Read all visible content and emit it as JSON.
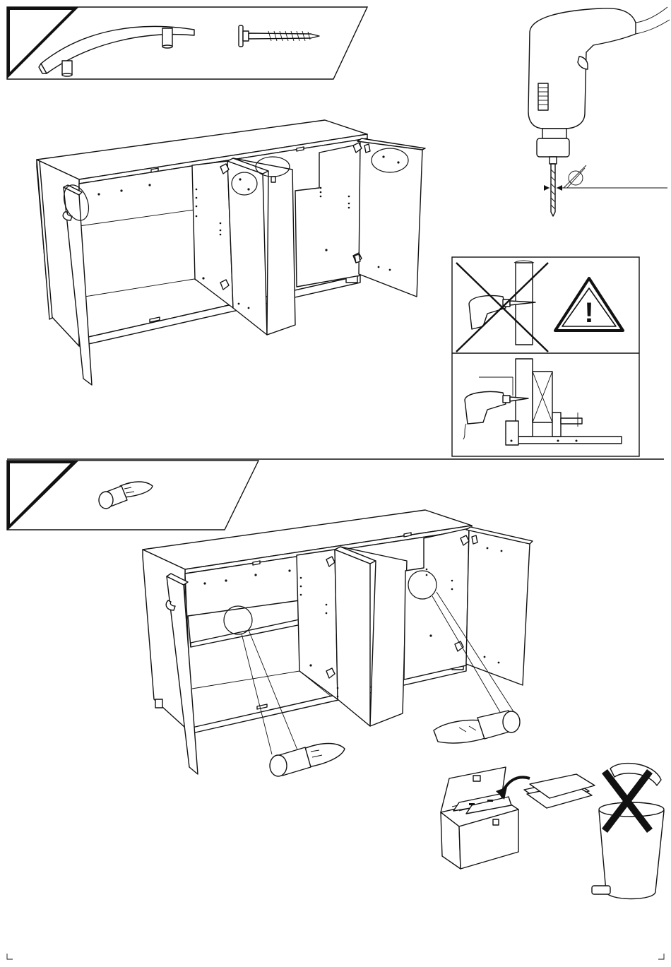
{
  "page": {
    "title": "",
    "width": 950,
    "height": 1369
  },
  "colors": {
    "ink": "#111111",
    "paper": "#ffffff"
  },
  "step_one": {
    "parts": [
      "handle-icon",
      "screw-icon"
    ],
    "tool": "power-drill-icon",
    "drill_bit_diameter_symbol": "⌀"
  },
  "warning_box": {
    "icons": [
      "no-drilling-icon",
      "warning-triangle-icon",
      "clamped-drilling-icon"
    ],
    "warning_symbol": "!"
  },
  "step_two": {
    "parts": [
      "shelf-support-pin-icon"
    ]
  },
  "recycle_hint": {
    "icons": [
      "recycling-box-icon",
      "crossed-out-bin-icon"
    ],
    "cross_mark": "X"
  }
}
